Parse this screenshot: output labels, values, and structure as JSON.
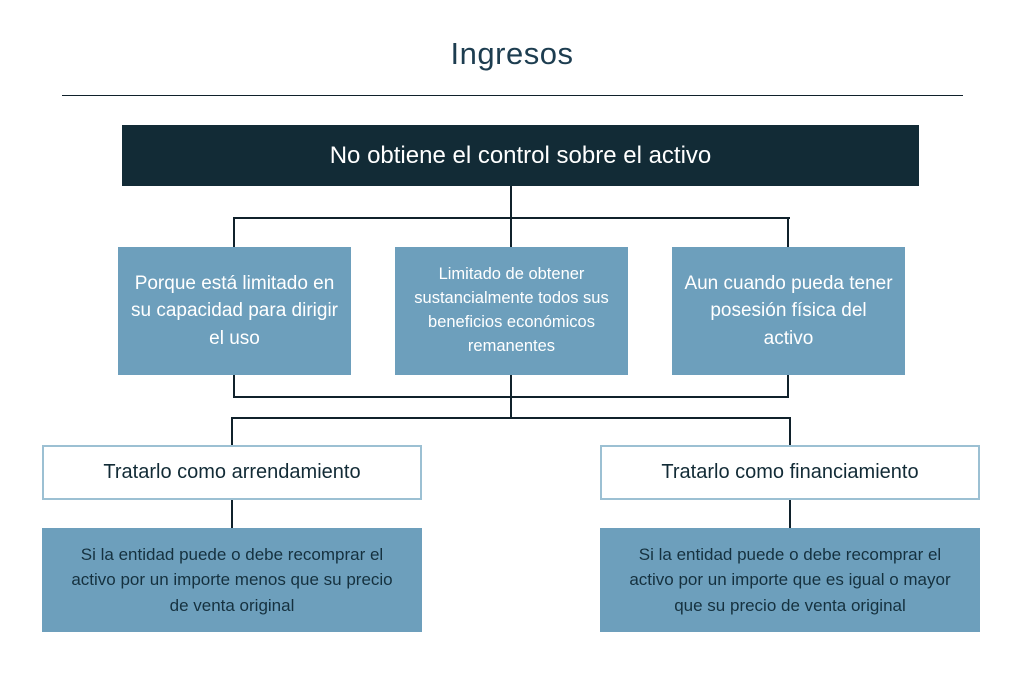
{
  "title": "Ingresos",
  "root": {
    "label": "No obtiene el control sobre el activo"
  },
  "reasons": [
    {
      "label": "Porque está limitado en su capacidad para dirigir el uso"
    },
    {
      "label": "Limitado de obtener sustancialmente todos sus beneficios económicos remanentes"
    },
    {
      "label": "Aun cuando pueda tener posesión física del activo"
    }
  ],
  "outcomes": [
    {
      "title": "Tratarlo como arrendamiento",
      "condition": "Si la entidad puede o debe recomprar el activo por un importe menos que su precio de venta original"
    },
    {
      "title": "Tratarlo como financiamiento",
      "condition": "Si la entidad puede o debe recomprar el activo por un importe que es igual o mayor que su precio de venta original"
    }
  ],
  "colors": {
    "dark": "#122b36",
    "blue": "#6d9fbc",
    "border": "#9cc0d3",
    "line": "#10212b",
    "titleText": "#1d3d50",
    "condText": "#15313f"
  }
}
